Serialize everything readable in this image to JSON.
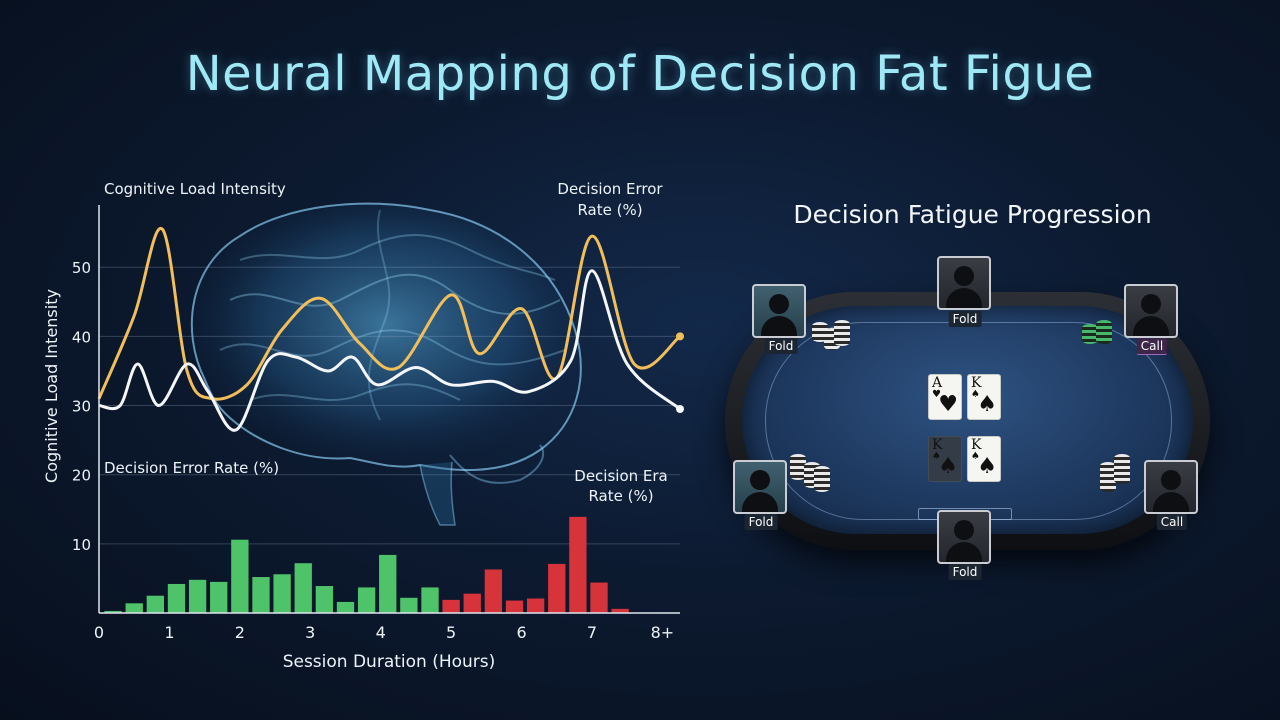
{
  "title": "Neural Mapping of Decision Fat Figue",
  "chart_data": {
    "type": "line",
    "x_label": "Session Duration (Hours)",
    "x_ticks": [
      "0",
      "1",
      "2",
      "3",
      "4",
      "5",
      "6",
      "7",
      "8+"
    ],
    "y_label": "Cognitive Load Intensity",
    "y_ticks": [
      "10",
      "20",
      "30",
      "40",
      "50"
    ],
    "ylim": [
      0,
      59
    ],
    "xlim": [
      0,
      8.25
    ],
    "annotations": {
      "load": "Cognitive Load Intensity",
      "error_top": [
        "Decision Error",
        "Rate (%)"
      ],
      "error_mid": "Decision Error Rate (%)",
      "error_low": [
        "Decision Era",
        "Rate (%)"
      ]
    },
    "series": [
      {
        "color": "#f2be5a",
        "points": [
          [
            0,
            31
          ],
          [
            0.5,
            43
          ],
          [
            0.9,
            55.5
          ],
          [
            1.25,
            35
          ],
          [
            1.6,
            31
          ],
          [
            2.1,
            33
          ],
          [
            2.6,
            41
          ],
          [
            3.15,
            45.5
          ],
          [
            3.7,
            39
          ],
          [
            4.25,
            35.5
          ],
          [
            5.0,
            46
          ],
          [
            5.4,
            37.5
          ],
          [
            6.0,
            44
          ],
          [
            6.5,
            34
          ],
          [
            7.0,
            54.5
          ],
          [
            7.6,
            36
          ],
          [
            8.25,
            40
          ]
        ]
      },
      {
        "color": "#f4f6f8",
        "points": [
          [
            0,
            30
          ],
          [
            0.3,
            30
          ],
          [
            0.55,
            36
          ],
          [
            0.85,
            30
          ],
          [
            1.25,
            36
          ],
          [
            1.55,
            32
          ],
          [
            1.95,
            26.5
          ],
          [
            2.4,
            36.5
          ],
          [
            2.8,
            37
          ],
          [
            3.25,
            35
          ],
          [
            3.6,
            37
          ],
          [
            3.95,
            33
          ],
          [
            4.5,
            35.5
          ],
          [
            5.0,
            33
          ],
          [
            5.6,
            33.5
          ],
          [
            6.1,
            32
          ],
          [
            6.7,
            36.5
          ],
          [
            7.0,
            49.5
          ],
          [
            7.5,
            36
          ],
          [
            8.25,
            29.5
          ]
        ]
      }
    ],
    "bars": {
      "x": [
        0.2,
        0.5,
        0.8,
        1.1,
        1.4,
        1.7,
        2.0,
        2.3,
        2.6,
        2.9,
        3.2,
        3.5,
        3.8,
        4.1,
        4.4,
        4.7,
        5.0,
        5.3,
        5.6,
        5.9,
        6.2,
        6.5,
        6.8,
        7.1,
        7.4,
        7.7
      ],
      "values": [
        0.3,
        1.4,
        2.5,
        4.2,
        4.8,
        4.5,
        10.6,
        5.2,
        5.6,
        7.2,
        3.9,
        1.6,
        3.7,
        8.4,
        2.2,
        3.7,
        1.9,
        2.8,
        6.3,
        1.8,
        2.1,
        7.1,
        13.9,
        4.4,
        0.6,
        0
      ],
      "colors": [
        "#4fc36a",
        "#4fc36a",
        "#4fc36a",
        "#4fc36a",
        "#4fc36a",
        "#4fc36a",
        "#4fc36a",
        "#4fc36a",
        "#4fc36a",
        "#4fc36a",
        "#4fc36a",
        "#4fc36a",
        "#4fc36a",
        "#4fc36a",
        "#4fc36a",
        "#4fc36a",
        "#d6333a",
        "#d6333a",
        "#d6333a",
        "#d6333a",
        "#d6333a",
        "#d6333a",
        "#d6333a",
        "#d6333a",
        "#d6333a",
        "#d6333a"
      ]
    }
  },
  "table": {
    "title": "Decision Fatigue Progression",
    "players": [
      {
        "id": "top-left",
        "action": "Fold"
      },
      {
        "id": "top",
        "action": "Fold"
      },
      {
        "id": "top-right",
        "action": "Call"
      },
      {
        "id": "bottom-left",
        "action": "Fold"
      },
      {
        "id": "bottom",
        "action": "Fold"
      },
      {
        "id": "bottom-right",
        "action": "Call"
      }
    ],
    "cards": [
      {
        "rank": "A",
        "suit": "♥",
        "big": "♥"
      },
      {
        "rank": "K",
        "suit": "♠",
        "big": "♠"
      },
      {
        "rank": "K",
        "suit": "♠",
        "big": "♠"
      },
      {
        "rank": "K",
        "suit": "♠",
        "big": "♠"
      }
    ]
  }
}
